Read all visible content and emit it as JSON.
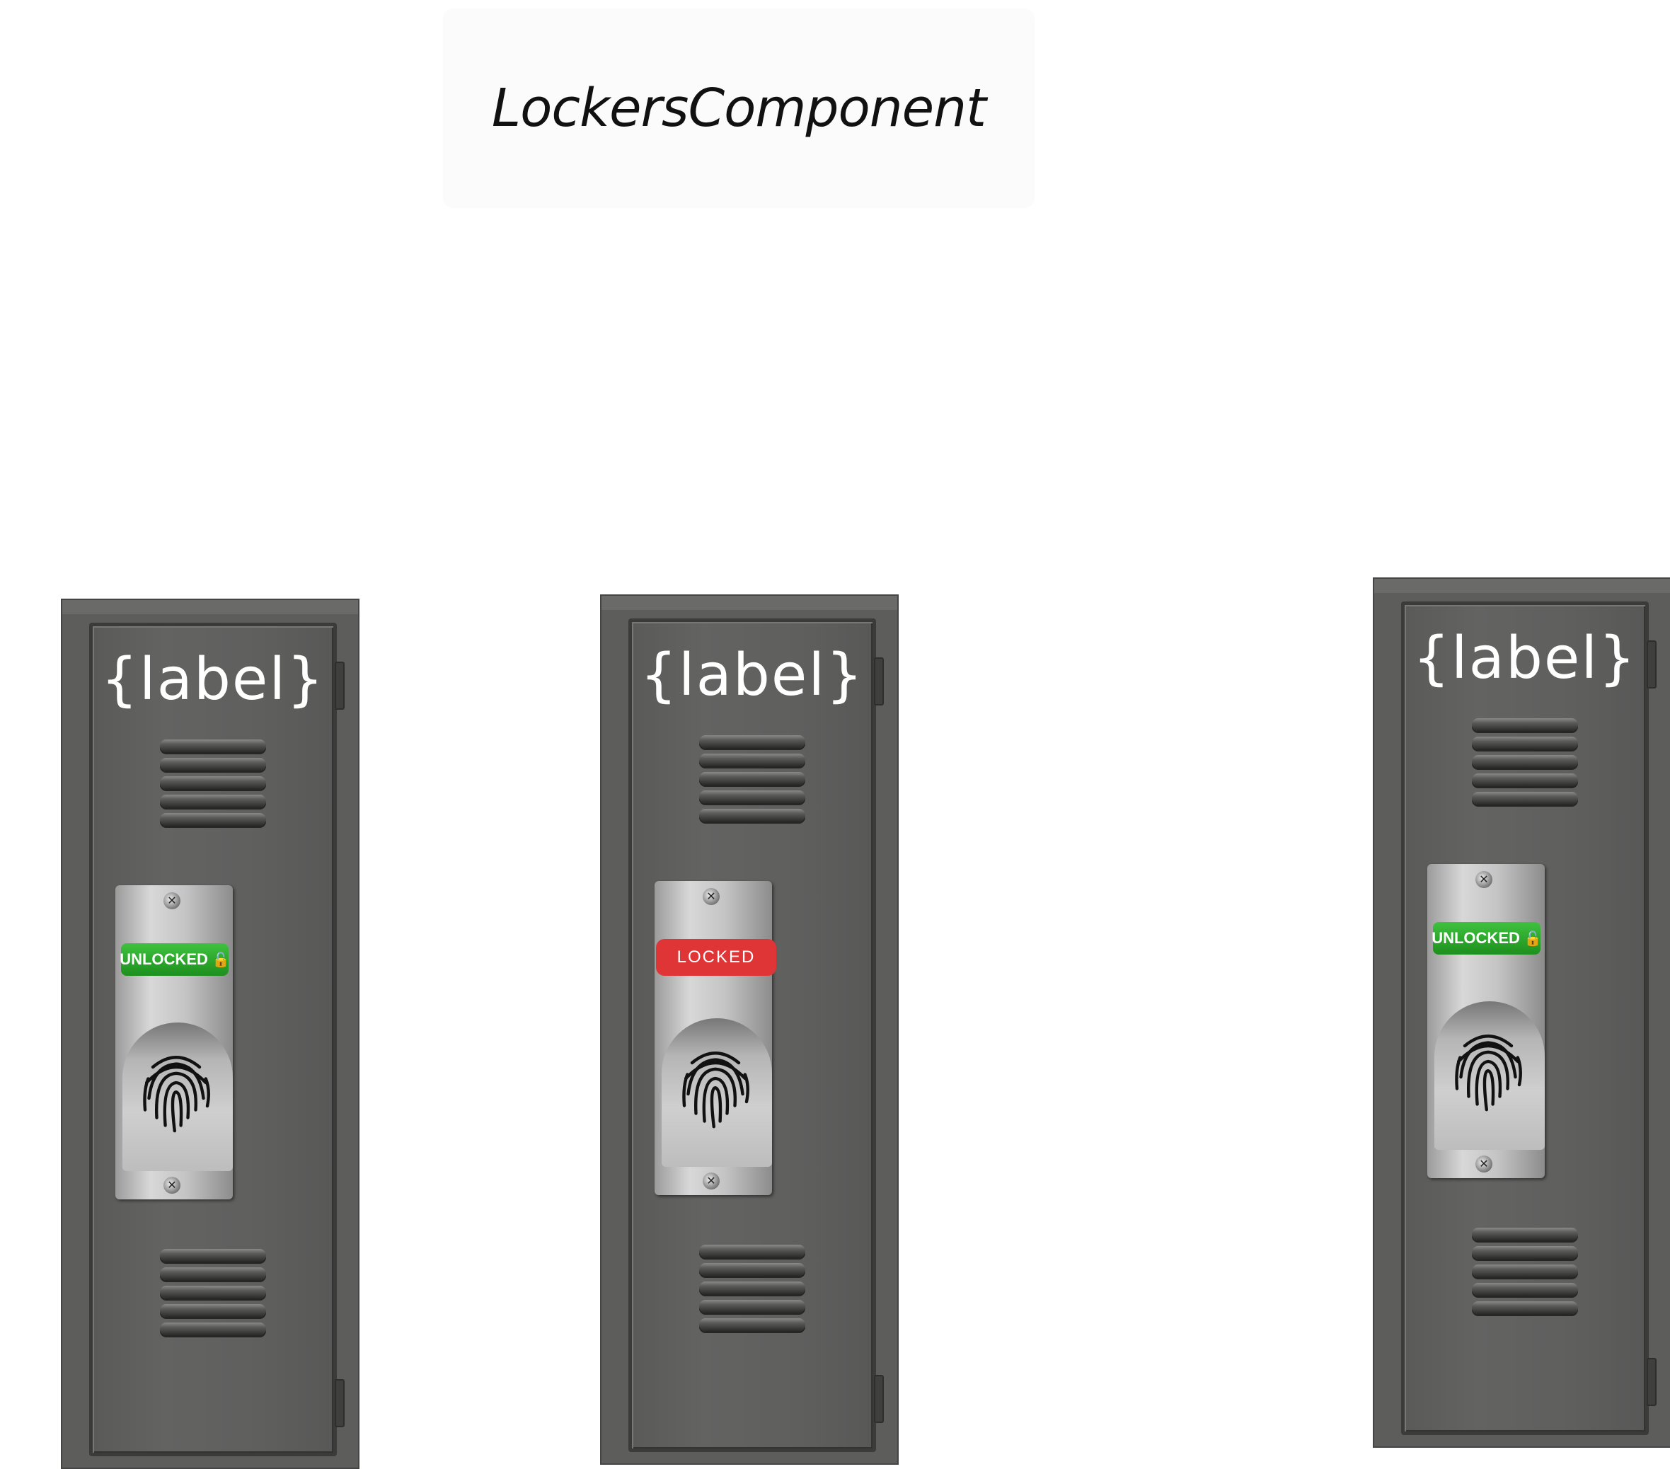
{
  "title": "LockersComponent",
  "lockers": [
    {
      "label": "{label}",
      "status": "UNLOCKED",
      "status_color": "#1d8f1d",
      "status_icon": "unlocked-padlock-icon"
    },
    {
      "label": "{label}",
      "status": "LOCKED",
      "status_color": "#e03537",
      "status_icon": ""
    },
    {
      "label": "{label}",
      "status": "UNLOCKED",
      "status_color": "#1d8f1d",
      "status_icon": "unlocked-padlock-icon"
    }
  ]
}
